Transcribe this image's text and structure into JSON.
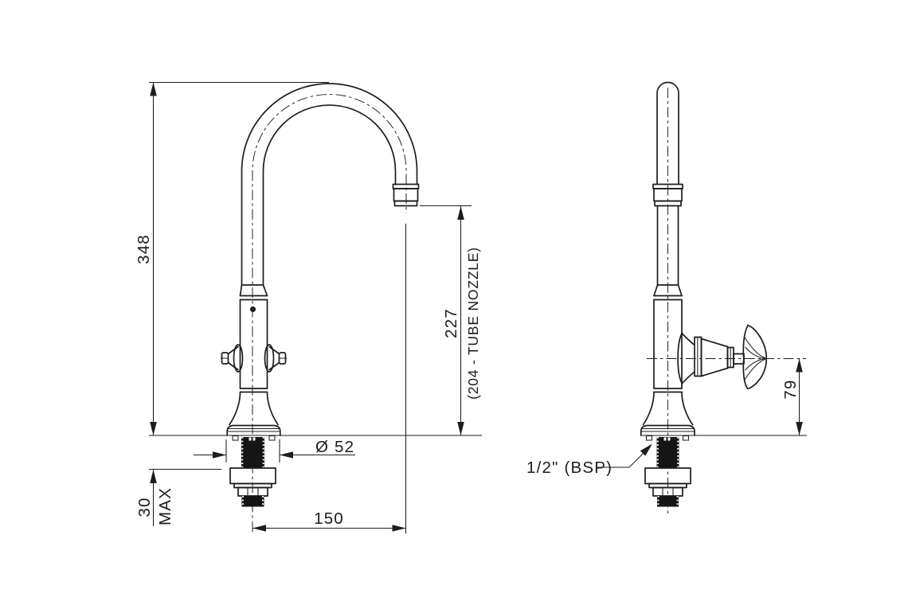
{
  "drawing": {
    "labels": {
      "overall_height": "348",
      "nozzle_height": "227",
      "nozzle_height_note": "(204 - TUBE NOZZLE)",
      "base_diameter": "Ø 52",
      "spout_reach": "150",
      "deck_thickness": "30",
      "deck_thickness_qualifier": "MAX",
      "handle_height": "79",
      "inlet_thread": "1/2\" (BSP)"
    },
    "colors": {
      "line": "#1d1d1d",
      "background": "#ffffff"
    }
  }
}
